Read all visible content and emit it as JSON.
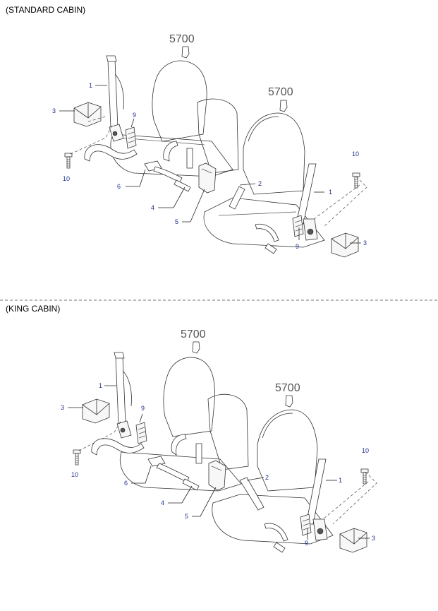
{
  "sections": [
    {
      "header": "(STANDARD CABIN)",
      "seat_refs": [
        "5700",
        "5700"
      ],
      "labels": {
        "p1_left": "1",
        "p3_left": "3",
        "p9_left": "9",
        "p10_left": "10",
        "p6": "6",
        "p4": "4",
        "p5": "5",
        "p2": "2",
        "p1_right": "1",
        "p9_right": "9",
        "p3_right": "3",
        "p10_right": "10"
      }
    },
    {
      "header": "(KING CABIN)",
      "seat_refs": [
        "5700",
        "5700"
      ],
      "labels": {
        "p1_left": "1",
        "p3_left": "3",
        "p9_left": "9",
        "p10_left": "10",
        "p6": "6",
        "p4": "4",
        "p5": "5",
        "p2": "2",
        "p1_right": "1",
        "p9_right": "9",
        "p3_right": "3",
        "p10_right": "10"
      }
    }
  ],
  "colors": {
    "part_number": "#1f2f8f",
    "reference": "#555555",
    "line": "#333333"
  }
}
